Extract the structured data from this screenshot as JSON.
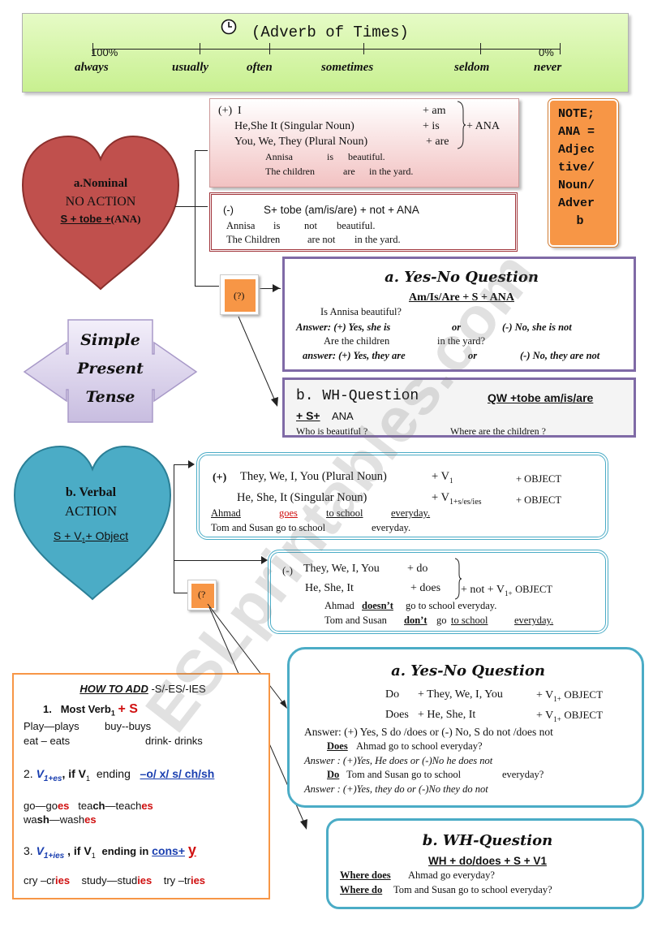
{
  "timeline": {
    "title": "(Adverb of Times)",
    "pct_left": "100%",
    "pct_right": "0%",
    "words": [
      "always",
      "usually",
      "often",
      "sometimes",
      "seldom",
      "never"
    ]
  },
  "nominal": {
    "heart": {
      "line1": "a.Nominal",
      "line2": "NO ACTION",
      "line3": "S + tobe +",
      "line3b": "(ANA)"
    },
    "positive": {
      "sign": "(+)",
      "subj1": "I",
      "subj2": "He,She It (Singular Noun)",
      "subj3": "You, We, They (Plural Noun)",
      "be1": "+ am",
      "be2": "+ is",
      "be3": "+ are",
      "ana": "+ ANA",
      "ex1a": "Annisa",
      "ex1b": "is",
      "ex1c": "beautiful.",
      "ex2a": "The children",
      "ex2b": "are",
      "ex2c": "in the yard."
    },
    "negative": {
      "sign": "(-)",
      "formula": "S+ tobe (am/is/are) + not + ANA",
      "ex1a": "Annisa",
      "ex1b": "is",
      "ex1c": "not",
      "ex1d": "beautiful.",
      "ex2a": "The Children",
      "ex2b": "are not",
      "ex2c": "in the yard."
    },
    "q_tag": "(?)",
    "yesno": {
      "title": "a. Yes-No Question",
      "formula": "Am/Is/Are + S + ANA",
      "q1": "Is Annisa beautiful?",
      "a1_label": "Answer: (+) Yes, she is",
      "a1_or": "or",
      "a1_neg": "(-) No, she is not",
      "q2a": "Are the children",
      "q2b": "in the yard?",
      "a2_label": "answer: (+) Yes, they are",
      "a2_or": "or",
      "a2_neg": "(-) No, they are not"
    },
    "wh": {
      "title": "b. WH-Question",
      "formula_a": "QW +tobe  am/is/are",
      "formula_b": "+ S+",
      "formula_c": "ANA",
      "ex1": "Who is beautiful ?",
      "ex2": "Where are the children ?"
    }
  },
  "note": {
    "lines": [
      "NOTE;",
      "ANA =",
      "Adjec",
      "tive/",
      "Noun/",
      "Adver",
      "b"
    ]
  },
  "tense_label": {
    "line1": "Simple",
    "line2": "Present",
    "line3": "Tense"
  },
  "verbal": {
    "heart": {
      "line1": "b. Verbal",
      "line2": "ACTION",
      "line3": "S + V",
      "line3_sub": "1",
      "line3_end": "+ Object"
    },
    "positive": {
      "sign": "(+)",
      "subj1": "They, We, I, You (Plural Noun)",
      "v1": "+ V",
      "v1_sub": "1",
      "obj1": "+ OBJECT",
      "subj2": "He, She, It (Singular Noun)",
      "v2": "+ V",
      "v2_sub": "1+s/es/ies",
      "obj2": "+ OBJECT",
      "ex1a": "Ahmad",
      "ex1b": "goes",
      "ex1c": "to school",
      "ex1d": "everyday.",
      "ex2": "Tom and Susan go to school",
      "ex2b": "everyday."
    },
    "negative": {
      "sign": "(-)",
      "subj1": "They, We, I, You",
      "do": "+ do",
      "subj2": "He, She, It",
      "does": "+ does",
      "rest": "+ not + V",
      "rest_sub": "1+",
      "rest_end": "OBJECT",
      "ex1a": "Ahmad",
      "ex1b": "doesn’t",
      "ex1c": "go to school everyday.",
      "ex2a": "Tom and Susan",
      "ex2b": "don’t",
      "ex2c": "go",
      "ex2d": "to school",
      "ex2e": "everyday."
    },
    "q_tag": "(?",
    "yesno": {
      "title": "a. Yes-No Question",
      "r1a": "Do",
      "r1b": "+ They, We, I, You",
      "r1c": "+ V",
      "r1c_sub": "1+",
      "r1d": "OBJECT",
      "r2a": "Does",
      "r2b": "+ He, She, It",
      "r2c": "+ V",
      "r2c_sub": "1+",
      "r2d": "OBJECT",
      "ans": "Answer: (+) Yes, S do /does or  (-)  No,  S do not /does not",
      "q1a": "Does",
      "q1b": "Ahmad go to school everyday?",
      "a1": "Answer : (+)Yes, He does  or (-)No he does not",
      "q2a": "Do",
      "q2b": "Tom and Susan go to school",
      "q2c": "everyday?",
      "a2": "Answer : (+)Yes, they do  or (-)No they do not"
    },
    "wh": {
      "title": "b. WH-Question",
      "formula": "WH + do/does + S + V1",
      "ex1a": "Where does",
      "ex1b": "Ahmad go everyday?",
      "ex2a": "Where do",
      "ex2b": "Tom and Susan go to school  everyday?"
    }
  },
  "howto": {
    "title_a": "HOW TO ADD",
    "title_b": "-S/-ES/-IES",
    "r1_num": "1.",
    "r1_text": "Most  Verb",
    "r1_sub": "1",
    "r1_plus": "+ S",
    "r1_ex1": "Play—plays",
    "r1_ex2": "buy--buys",
    "r1_ex3": "eat – eats",
    "r1_ex4": "drink- drinks",
    "r2_pre": "2.",
    "r2_v": "V",
    "r2_sub": "1+es",
    "r2_mid": ", if  V",
    "r2_mid_sub": "1",
    "r2_end": "ending",
    "r2_letters": "–o/ x/ s/ ch/sh",
    "r2_ex": [
      [
        "go",
        "—go",
        "es"
      ],
      [
        "tea",
        "ch",
        "—teach",
        "es"
      ],
      [
        "wa",
        "sh",
        "—wash",
        "es"
      ]
    ],
    "r3_pre": "3.",
    "r3_v": "V",
    "r3_sub": "1+ies",
    "r3_mid": ", if  V",
    "r3_mid_sub": "1",
    "r3_end": "ending in",
    "r3_cons": "cons+",
    "r3_y": "y",
    "r3_ex": [
      [
        "cry –cr",
        "ies"
      ],
      [
        "study—stud",
        "ies"
      ],
      [
        "try –tr",
        "ies"
      ]
    ]
  },
  "watermark": "ESLprintables.com",
  "colors": {
    "heart_red": "#c0504d",
    "heart_blue": "#4bacc6",
    "note_orange": "#f79646",
    "timeline_green": "#dcf8b0",
    "howto_border": "#f79646",
    "teal_border": "#4bacc6",
    "purple_border": "#7f6aa6",
    "maroon_border": "#a0343a"
  }
}
